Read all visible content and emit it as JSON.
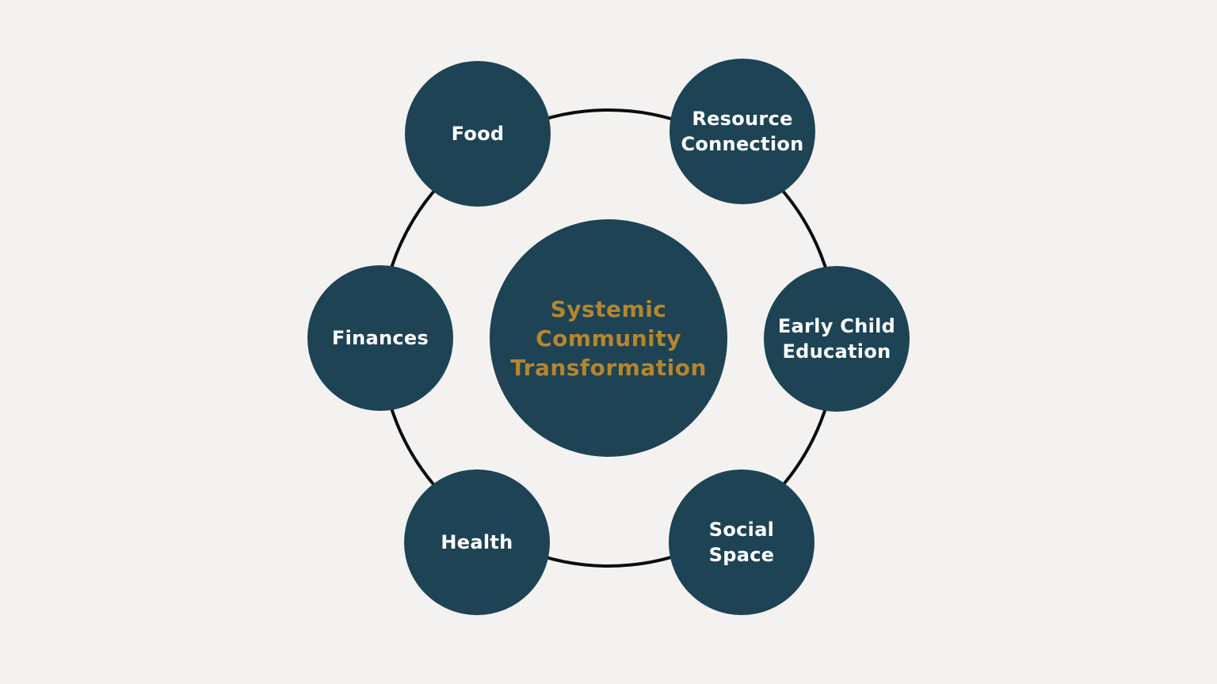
{
  "diagram": {
    "title": "Systemic Community Transformation",
    "colors": {
      "background": "#f4f2f1",
      "node": "#1d4355",
      "ring": "#0d0d0d",
      "center_text": "#b6862c",
      "satellite_text": "#ffffff"
    },
    "center": {
      "label": "Systemic\nCommunity\nTransformation"
    },
    "satellites": [
      {
        "id": "food",
        "label": "Food"
      },
      {
        "id": "resource-connection",
        "label": "Resource\nConnection"
      },
      {
        "id": "early-child-education",
        "label": "Early Child\nEducation"
      },
      {
        "id": "social-space",
        "label": "Social\nSpace"
      },
      {
        "id": "health",
        "label": "Health"
      },
      {
        "id": "finances",
        "label": "Finances"
      }
    ]
  }
}
